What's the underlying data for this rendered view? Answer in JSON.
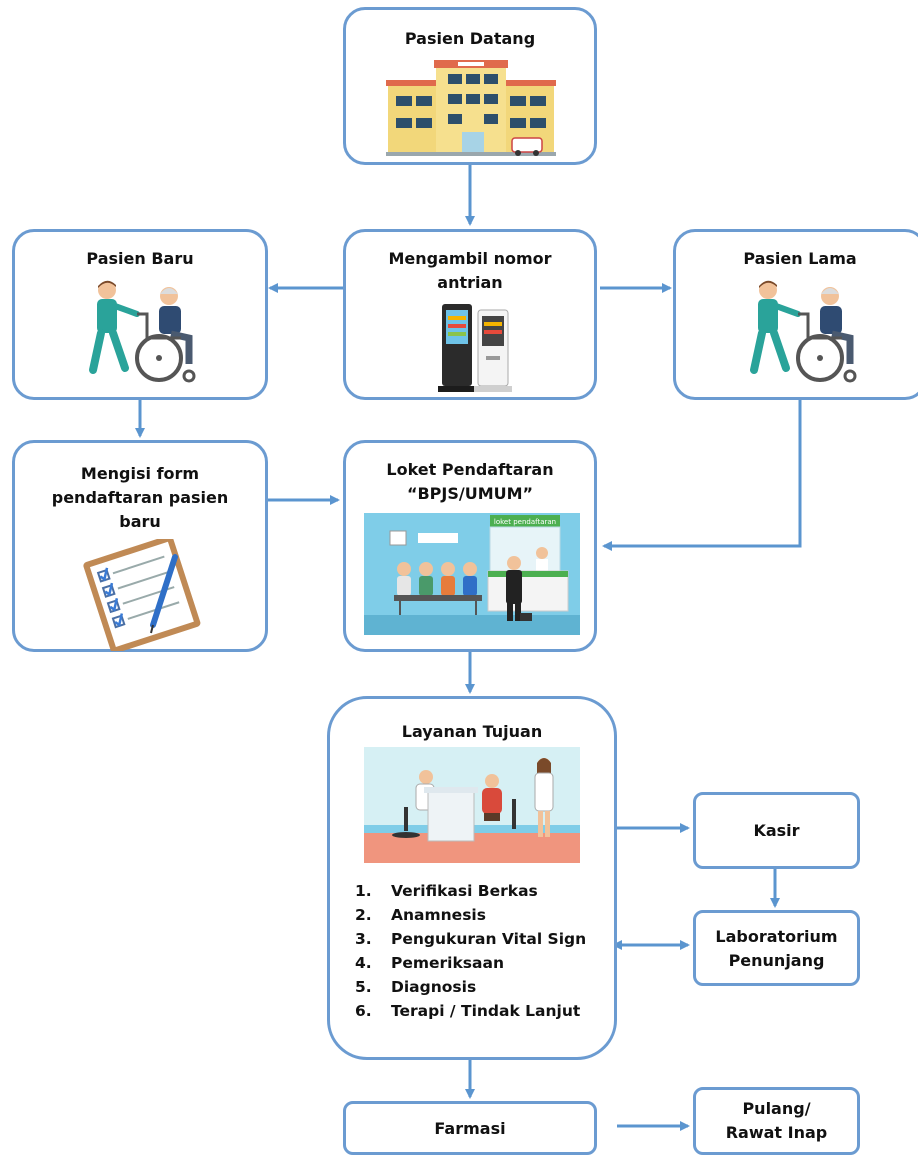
{
  "nodes": {
    "pasien_datang": "Pasien Datang",
    "mengambil_nomor": [
      "Mengambil nomor",
      "antrian"
    ],
    "pasien_baru": "Pasien Baru",
    "pasien_lama": "Pasien Lama",
    "mengisi_form": [
      "Mengisi form",
      "pendaftaran pasien",
      "baru"
    ],
    "loket": [
      "Loket Pendaftaran",
      "“BPJS/UMUM”"
    ],
    "loket_sign": "loket pendaftaran",
    "layanan_tujuan": "Layanan Tujuan",
    "kasir": "Kasir",
    "laboratorium": [
      "Laboratorium",
      "Penunjang"
    ],
    "farmasi": "Farmasi",
    "pulang": [
      "Pulang/",
      "Rawat Inap"
    ]
  },
  "layanan_steps": [
    {
      "num": "1.",
      "text": "Verifikasi Berkas"
    },
    {
      "num": "2.",
      "text": "Anamnesis"
    },
    {
      "num": "3.",
      "text": "Pengukuran Vital Sign"
    },
    {
      "num": "4.",
      "text": "Pemeriksaan"
    },
    {
      "num": "5.",
      "text": "Diagnosis"
    },
    {
      "num": "6.",
      "text": "Terapi / Tindak Lanjut"
    }
  ],
  "colors": {
    "border": "#6b9bd1",
    "connector": "#5b95cf"
  },
  "icons": [
    "hospital-building-icon",
    "queue-kiosk-icon",
    "nurse-wheelchair-icon",
    "clipboard-form-icon",
    "registration-counter-icon",
    "doctor-consultation-icon"
  ]
}
